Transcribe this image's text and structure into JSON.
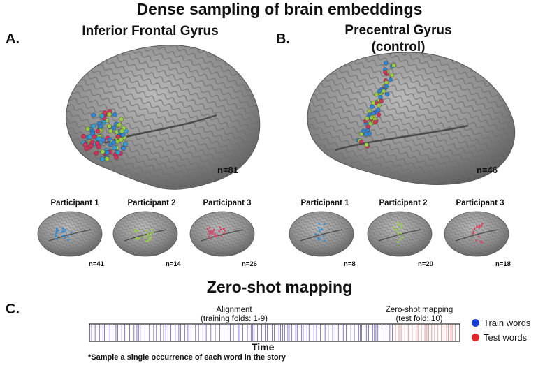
{
  "title": "Dense sampling of brain embeddings",
  "panel_a": {
    "letter": "A.",
    "title": "Inferior Frontal Gyrus",
    "n_total": "n=81",
    "participants": [
      {
        "label": "Participant 1",
        "n": "n=41",
        "color": "#3a8fd0"
      },
      {
        "label": "Participant 2",
        "n": "n=14",
        "color": "#9acb4a"
      },
      {
        "label": "Participant 3",
        "n": "n=26",
        "color": "#d8456a"
      }
    ]
  },
  "panel_b": {
    "letter": "B.",
    "title_line1": "Precentral Gyrus",
    "title_line2": "(control)",
    "n_total": "n=46",
    "participants": [
      {
        "label": "Participant 1",
        "n": "n=8",
        "color": "#3a8fd0"
      },
      {
        "label": "Participant 2",
        "n": "n=20",
        "color": "#9acb4a"
      },
      {
        "label": "Participant 3",
        "n": "n=18",
        "color": "#d8456a"
      }
    ]
  },
  "panel_c": {
    "letter": "C.",
    "title": "Zero-shot mapping",
    "alignment_line1": "Alignment",
    "alignment_line2": "(training folds: 1-9)",
    "zeroshot_line1": "Zero-shot mapping",
    "zeroshot_line2": "(test fold: 10)",
    "axis_label": "Time",
    "footnote": "*Sample a single occurrence of each word in the story",
    "legend": [
      {
        "label": "Train words",
        "color": "#1a3fd6"
      },
      {
        "label": "Test words",
        "color": "#e0262b"
      }
    ],
    "train_line_color": "#6a5acd",
    "test_line_color": "#e58080"
  }
}
